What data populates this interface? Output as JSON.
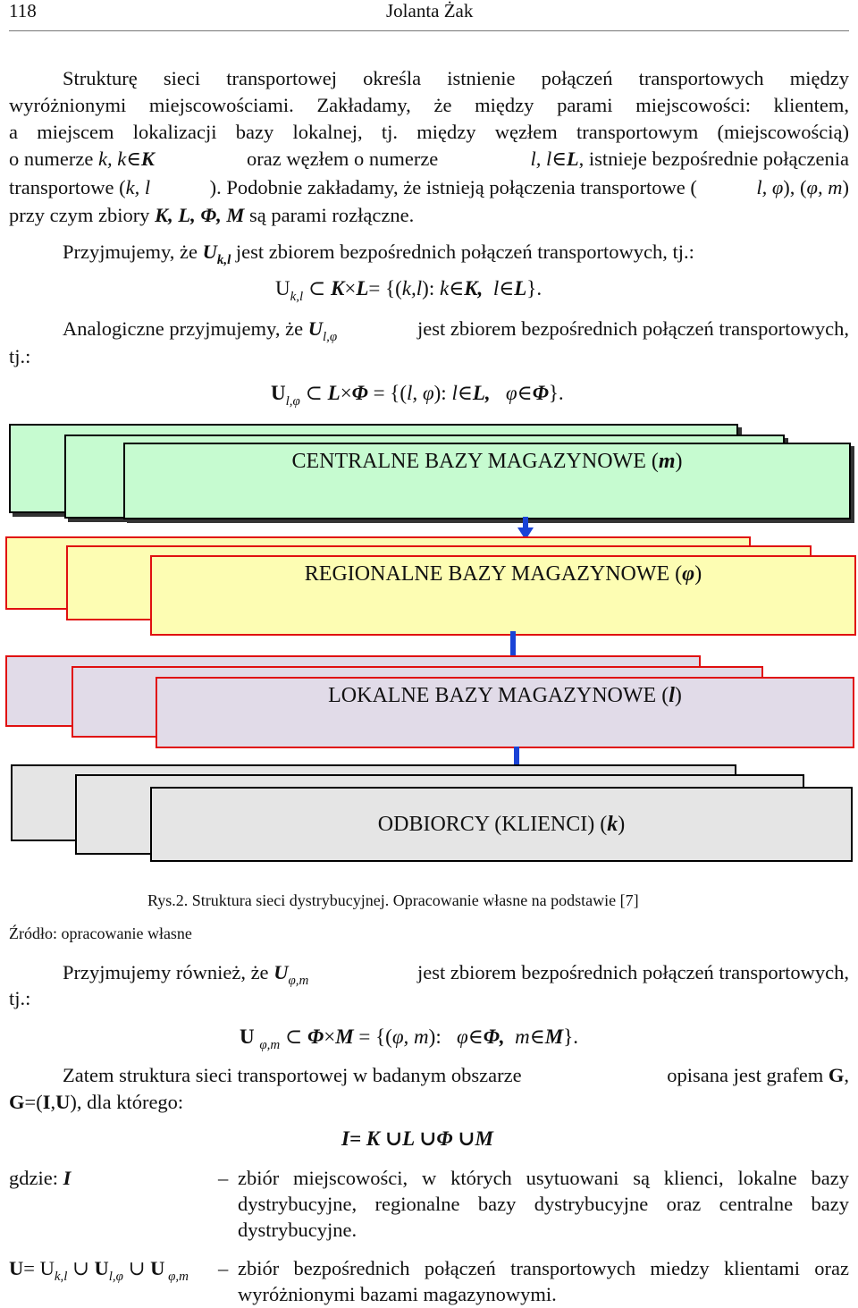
{
  "header": {
    "page_number": "118",
    "author": "Jolanta Żak"
  },
  "para1": {
    "lines": [
      "Strukturę sieci transportowej określa istnienie połączeń transportowych między",
      "wyróżnionymi miejscowościami. Zakładamy, że między parami miejscowości: klientem,",
      "a miejscem lokalizacji bazy lokalnej, tj. między węzłem transportowym (miejscowością)"
    ],
    "line4_a": "o numerze ",
    "line4_k": "k, k",
    "line4_K": "K",
    "line4_b": " oraz węzłem o numerze ",
    "line4_l": "l, l",
    "line4_L": "L",
    "line4_c": ", istnieje bezpośrednie połączenia",
    "line5_a": "transportowe (",
    "line5_kl": "k, l",
    "line5_b": "). Podobnie zakładamy, że istnieją połączenia transportowe (",
    "line5_lphi": "l, φ",
    "line5_c": "), (",
    "line5_phim": "φ, m",
    "line5_d": ")",
    "line6_a": "przy czym zbiory ",
    "line6_sets": "K, L, Φ, M",
    "line6_b": " są parami rozłączne."
  },
  "para2": {
    "text_a": "Przyjmujemy, że ",
    "U": "U",
    "sub": "k,l",
    "text_b": " jest zbiorem bezpośrednich połączeń transportowych, tj.:"
  },
  "formula1": {
    "U": "U",
    "sub": "k,l",
    "rest_a": " ⊂ ",
    "K": "K",
    "times": "×",
    "L": "L",
    "rest_b": "= {(",
    "kl": "k,l",
    "rest_c": "): ",
    "k": "k",
    "in1": "∈",
    "K2": "K,",
    "l": "l",
    "in2": "∈",
    "L2": "L",
    "end": "}."
  },
  "para3": {
    "text_a": "Analogiczne przyjmujemy, że ",
    "U": "U",
    "sub": "l,φ",
    "text_b": " jest zbiorem bezpośrednich połączeń transportowych,",
    "tj": "tj.:"
  },
  "formula2": {
    "U": "U",
    "sub": "l,φ",
    "subset": " ⊂ ",
    "L": "L",
    "times": "×",
    "Phi": "Φ",
    "eq": " = {(",
    "lphi": "l, φ",
    "close": "): ",
    "l": "l",
    "in1": "∈",
    "L2": "L,",
    "phi": "φ",
    "in2": "∈",
    "Phi2": "Φ",
    "end": "}."
  },
  "diagram": {
    "levels": [
      {
        "label": "CENTRALNE BAZY MAGAZYNOWE (",
        "var": "m",
        "end": ")",
        "color": "#c6fbd0"
      },
      {
        "label": "REGIONALNE BAZY MAGAZYNOWE (",
        "var": "φ",
        "end": ")",
        "color": "#fdfdb3"
      },
      {
        "label": "LOKALNE BAZY MAGAZYNOWE (",
        "var": "l",
        "end": ")",
        "color": "#e1dbe8"
      },
      {
        "label": "ODBIORCY (KLIENCI) (",
        "var": "k",
        "end": ")",
        "color": "#e5e5e5"
      }
    ],
    "arrow_color": "#1a43d6",
    "border_red": "#e01010"
  },
  "figure": {
    "caption": "Rys.2. Struktura sieci dystrybucyjnej. Opracowanie własne na podstawie [7]",
    "source": "Źródło: opracowanie własne"
  },
  "para4": {
    "text_a": "Przyjmujemy również, że ",
    "U": "U",
    "sub": "φ,m",
    "text_b": "jest zbiorem bezpośrednich połączeń transportowych,",
    "tj": "tj.:"
  },
  "formula3": {
    "U": "U",
    "sub": "φ,m",
    "subset": " ⊂ ",
    "Phi": "Φ",
    "times": "×",
    "M": "M",
    "eq": " = {(",
    "phim": "φ, m",
    "close": "): ",
    "phi": "φ",
    "in1": "∈",
    "Phi2": "Φ,",
    "m": "m",
    "in2": "∈",
    "M2": "M",
    "end": "}."
  },
  "para5": {
    "line1_a": "Zatem struktura sieci transportowej w badanym obszarze",
    "line1_b": "opisana jest grafem ",
    "G": "G",
    "comma": ",",
    "line2_G": "G",
    "line2_a": "=(",
    "I": "I",
    "c": ",",
    "U": "U",
    "line2_b": "), dla którego:"
  },
  "formula4": {
    "text": "I= K ∪L ∪Φ ∪M"
  },
  "defs": {
    "I_label_a": "gdzie: ",
    "I_label": "I",
    "I_dash": "–",
    "I_lines": [
      "zbiór miejscowości, w których usytuowani są klienci, lokalne bazy",
      "dystrybucyjne, regionalne bazy dystrybucyjne oraz centralne bazy",
      "dystrybucyjne."
    ],
    "U_label_U": "U",
    "U_label_eq": "= ",
    "U_label_U1": "U",
    "U_label_sub1": "k,l",
    "U_label_cup1": " ∪ ",
    "U_label_U2": "U",
    "U_label_sub2": "l,φ",
    "U_label_cup2": " ∪ ",
    "U_label_U3": "U",
    "U_label_sub3": " φ,m",
    "U_dash": "–",
    "U_lines": [
      "zbiór bezpośrednich połączeń transportowych miedzy klientami oraz",
      "wyróżnionymi bazami magazynowymi."
    ]
  }
}
